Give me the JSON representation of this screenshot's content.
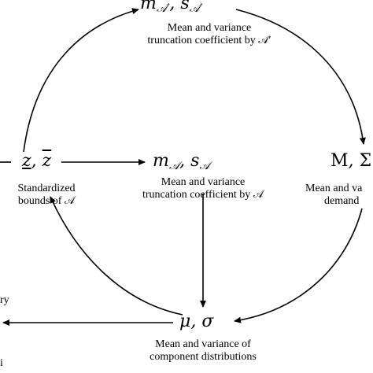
{
  "nodes": {
    "top": {
      "math": "m_A′, s_A′",
      "caption_line1": "Mean and variance",
      "caption_line2": "truncation coefficient by 𝒜′"
    },
    "center": {
      "math": "m_A, s_A",
      "caption_line1": "Mean and variance",
      "caption_line2": "truncation coefficient by 𝒜"
    },
    "left": {
      "math": "z̲, z̄",
      "caption_line1": "Standardized",
      "caption_line2": "bounds of 𝒜"
    },
    "right": {
      "math": "M, Σ",
      "caption_line1": "Mean and va",
      "caption_line2": "demand"
    },
    "bottom": {
      "math": "μ, σ",
      "caption_line1": "Mean and variance of",
      "caption_line2": "component distributions"
    }
  },
  "edge_texts": {
    "left_bottom_fragment": "ry",
    "bottom_left_fragment": "i"
  }
}
